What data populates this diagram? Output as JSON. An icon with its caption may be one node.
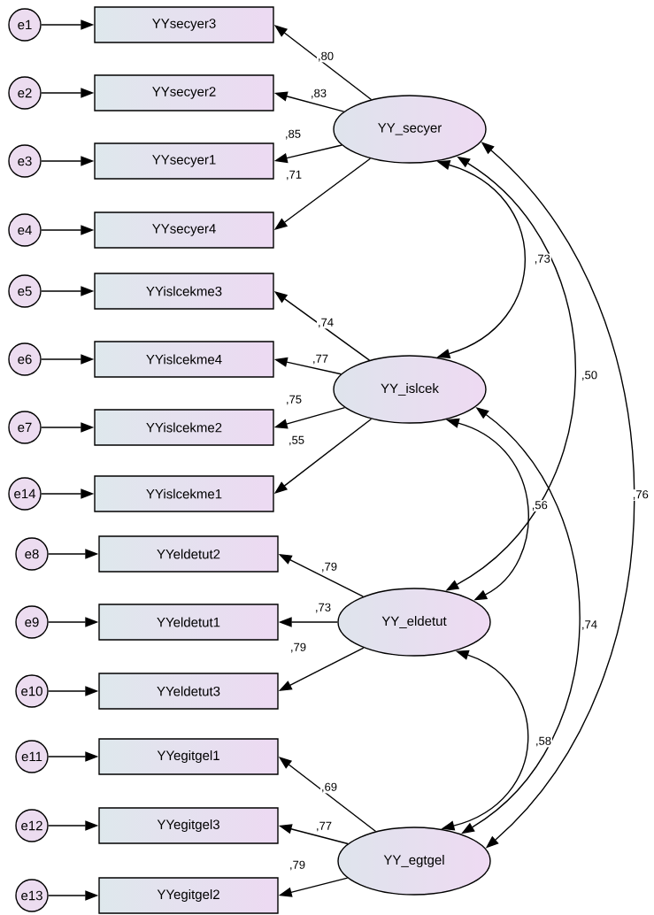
{
  "diagram": {
    "nodes": [
      {
        "text": [
          "e1"
        ]
      },
      {
        "text": [
          "YYsecyer3"
        ]
      },
      {
        "text": [
          "e2"
        ]
      },
      {
        "text": [
          "YYsecyer2"
        ]
      },
      {
        "text": [
          "YY_secyer"
        ]
      },
      {
        "text": [
          "e3"
        ]
      },
      {
        "text": [
          "YYsecyer1"
        ]
      },
      {
        "text": [
          "e4"
        ]
      },
      {
        "text": [
          "YYsecyer4"
        ]
      },
      {
        "text": [
          "e5"
        ]
      },
      {
        "text": [
          "YYislcekme3"
        ]
      },
      {
        "text": [
          "e6"
        ]
      },
      {
        "text": [
          "YYislcekme4"
        ]
      },
      {
        "text": [
          "YY_islcek"
        ]
      },
      {
        "text": [
          "e7"
        ]
      },
      {
        "text": [
          "YYislcekme2"
        ]
      },
      {
        "text": [
          "e14"
        ]
      },
      {
        "text": [
          "YYislcekme1"
        ]
      },
      {
        "text": [
          "e8"
        ]
      },
      {
        "text": [
          "YYeldetut2"
        ]
      },
      {
        "text": [
          "e9"
        ]
      },
      {
        "text": [
          "YYeldetut1"
        ]
      },
      {
        "text": [
          "YY_eldetut"
        ]
      },
      {
        "text": [
          "e10"
        ]
      },
      {
        "text": [
          "YYeldetut3"
        ]
      },
      {
        "text": [
          "e11"
        ]
      },
      {
        "text": [
          "YYegitgel1"
        ]
      },
      {
        "text": [
          "e12"
        ]
      },
      {
        "text": [
          "YYegitgel3"
        ]
      },
      {
        "text": [
          "YY_egtgel"
        ]
      },
      {
        "text": [
          "e13"
        ]
      },
      {
        "text": [
          "YYegitgel2"
        ]
      }
    ],
    "edges": [
      {
        "from": 0,
        "to": 1,
        "arrow": "to"
      },
      {
        "from": 2,
        "to": 3,
        "arrow": "to"
      },
      {
        "from": 5,
        "to": 6,
        "arrow": "to"
      },
      {
        "from": 7,
        "to": 8,
        "arrow": "to"
      },
      {
        "from": 9,
        "to": 10,
        "arrow": "to"
      },
      {
        "from": 11,
        "to": 12,
        "arrow": "to"
      },
      {
        "from": 14,
        "to": 15,
        "arrow": "to"
      },
      {
        "from": 16,
        "to": 17,
        "arrow": "to"
      },
      {
        "from": 18,
        "to": 19,
        "arrow": "to"
      },
      {
        "from": 20,
        "to": 21,
        "arrow": "to"
      },
      {
        "from": 23,
        "to": 24,
        "arrow": "to"
      },
      {
        "from": 25,
        "to": 26,
        "arrow": "to"
      },
      {
        "from": 27,
        "to": 28,
        "arrow": "to"
      },
      {
        "from": 30,
        "to": 31,
        "arrow": "to"
      },
      {
        "from": 4,
        "to": 1,
        "arrow": "to",
        "label": ",80"
      },
      {
        "from": 4,
        "to": 3,
        "arrow": "to",
        "label": ",83"
      },
      {
        "from": 4,
        "to": 6,
        "arrow": "to",
        "label": ",85"
      },
      {
        "from": 4,
        "to": 8,
        "arrow": "to",
        "label": ",71"
      },
      {
        "from": 13,
        "to": 10,
        "arrow": "to",
        "label": ",74"
      },
      {
        "from": 13,
        "to": 12,
        "arrow": "to",
        "label": ",77"
      },
      {
        "from": 13,
        "to": 15,
        "arrow": "to",
        "label": ",75"
      },
      {
        "from": 13,
        "to": 17,
        "arrow": "to",
        "label": ",55"
      },
      {
        "from": 22,
        "to": 19,
        "arrow": "to",
        "label": ",79"
      },
      {
        "from": 22,
        "to": 21,
        "arrow": "to",
        "label": ",73"
      },
      {
        "from": 22,
        "to": 24,
        "arrow": "to",
        "label": ",79"
      },
      {
        "from": 29,
        "to": 26,
        "arrow": "to",
        "label": ",69"
      },
      {
        "from": 29,
        "to": 28,
        "arrow": "to",
        "label": ",77"
      },
      {
        "from": 29,
        "to": 31,
        "arrow": "to",
        "label": ",79"
      },
      {
        "from": 4,
        "to": 13,
        "arrow": "both",
        "label": ",73"
      },
      {
        "from": 4,
        "to": 22,
        "arrow": "both",
        "label": ",50"
      },
      {
        "from": 4,
        "to": 29,
        "arrow": "both",
        "label": ",76"
      },
      {
        "from": 13,
        "to": 22,
        "arrow": "both",
        "label": ",56"
      },
      {
        "from": 13,
        "to": 29,
        "arrow": "both",
        "label": ",74"
      },
      {
        "from": 22,
        "to": 29,
        "arrow": "both",
        "label": ",58"
      }
    ]
  }
}
